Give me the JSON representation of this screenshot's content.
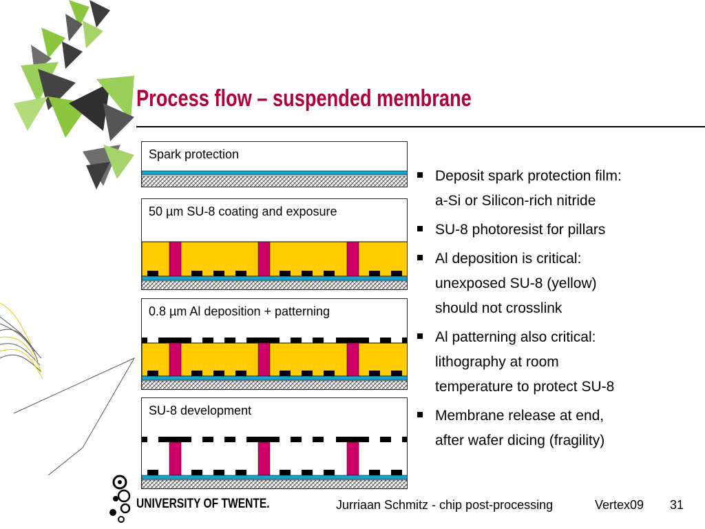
{
  "slide": {
    "title": "Process flow – suspended membrane"
  },
  "panels": [
    {
      "label": "Spark protection"
    },
    {
      "label": "50 µm SU-8 coating and exposure"
    },
    {
      "label": "0.8 µm Al deposition + patterning"
    },
    {
      "label": "SU-8 development"
    }
  ],
  "bullets": [
    {
      "lines": [
        "Deposit spark protection film:",
        "a-Si or Silicon-rich nitride"
      ]
    },
    {
      "lines": [
        "SU-8 photoresist for pillars"
      ]
    },
    {
      "lines": [
        "Al deposition is critical:",
        "unexposed SU-8 (yellow)",
        "should not crosslink"
      ]
    },
    {
      "lines": [
        "Al patterning also critical:",
        "lithography at room",
        "temperature to protect SU-8"
      ]
    },
    {
      "lines": [
        "Membrane release at end,",
        "after wafer dicing (fragility)"
      ]
    }
  ],
  "footer": {
    "university": "UNIVERSITY OF TWENTE.",
    "presentation": "Jurriaan Schmitz - chip post-processing",
    "event": "Vertex09",
    "page": "31"
  },
  "colors": {
    "title": "#b0003a",
    "su8_unexposed": "#ffcc00",
    "su8_pillar": "#cc0066",
    "spark_film": "#1ba0c8",
    "aluminium": "#000000",
    "deco_green": "#8cc63f",
    "deco_dark": "#3c3c3c"
  }
}
